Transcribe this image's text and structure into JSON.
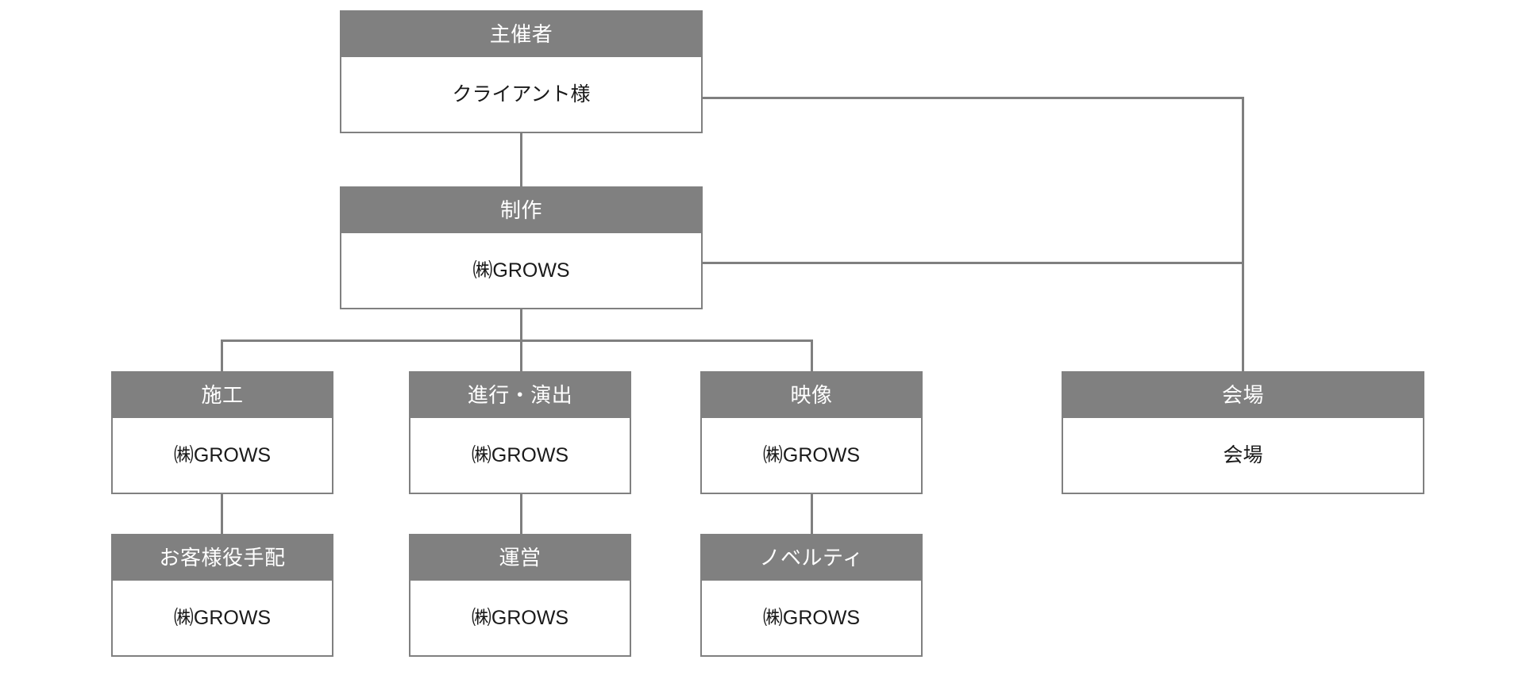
{
  "diagram": {
    "type": "organization-chart",
    "title": "",
    "colors": {
      "header_background": "#808080",
      "header_text": "#ffffff",
      "body_background": "#ffffff",
      "body_text": "#1a1a1a",
      "border": "#808080",
      "connector": "#7f7f7f",
      "canvas_background": "#ffffff"
    },
    "nodes": {
      "organizer": {
        "header": "主催者",
        "body": "クライアント様"
      },
      "production": {
        "header": "制作",
        "body": "㈱GROWS"
      },
      "construction": {
        "header": "施工",
        "body": "㈱GROWS"
      },
      "progress_direction": {
        "header": "進行・演出",
        "body": "㈱GROWS"
      },
      "video": {
        "header": "映像",
        "body": "㈱GROWS"
      },
      "venue": {
        "header": "会場",
        "body": "会場"
      },
      "customer_role_arrangement": {
        "header": "お客様役手配",
        "body": "㈱GROWS"
      },
      "operation": {
        "header": "運営",
        "body": "㈱GROWS"
      },
      "novelty": {
        "header": "ノベルティ",
        "body": "㈱GROWS"
      }
    },
    "edges": [
      {
        "from": "organizer",
        "to": "production"
      },
      {
        "from": "organizer",
        "to": "venue"
      },
      {
        "from": "production",
        "to": "venue"
      },
      {
        "from": "production",
        "to": "construction"
      },
      {
        "from": "production",
        "to": "progress_direction"
      },
      {
        "from": "production",
        "to": "video"
      },
      {
        "from": "construction",
        "to": "customer_role_arrangement"
      },
      {
        "from": "progress_direction",
        "to": "operation"
      },
      {
        "from": "video",
        "to": "novelty"
      }
    ]
  }
}
